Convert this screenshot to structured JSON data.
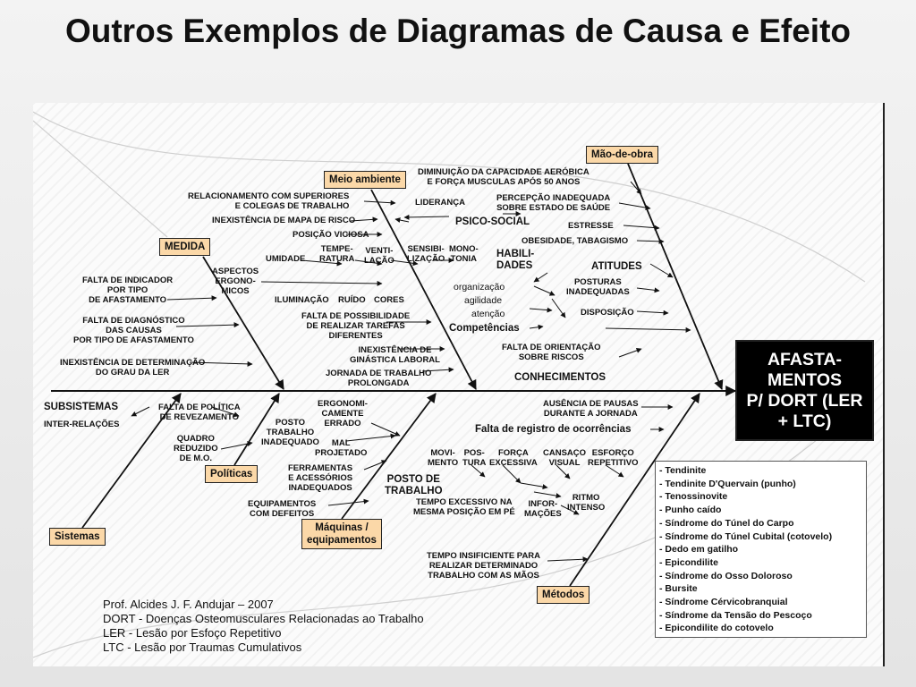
{
  "title": "Outros Exemplos de Diagramas de Causa e Efeito",
  "effect": "AFASTA-\nMENTOS\nP/ DORT (LER\n+ LTC)",
  "categories": {
    "mao_de_obra": "Mão-de-obra",
    "meio_ambiente": "Meio ambiente",
    "medida": "MEDIDA",
    "sistemas": "Sistemas",
    "politicas": "Políticas",
    "maquinas": "Máquinas /\nequipamentos",
    "metodos": "Métodos"
  },
  "labels": {
    "capacidade": "DIMINUIÇÃO DA CAPACIDADE AERÓBICA\nE FORÇA MUSCULAS APÓS 50 ANOS",
    "percepcao": "PERCEPÇÃO INADEQUADA\nSOBRE ESTADO DE SAÚDE",
    "estresse": "ESTRESSE",
    "obesidade": "OBESIDADE, TABAGISMO",
    "lideranca": "LIDERANÇA",
    "psico_social": "PSICO-SOCIAL",
    "relacionamento": "RELACIONAMENTO COM SUPERIORES\nE COLEGAS DE TRABALHO",
    "mapa_risco": "INEXISTÊNCIA DE MAPA DE RISCO",
    "posicao_viciosa": "POSIÇÃO VICIOSA",
    "umidade": "UMIDADE",
    "temperatura": "TEMPE-\nRATURA",
    "ventilacao": "VENTI-\nLAÇÃO",
    "sensibilizacao": "SENSIBI-\nLIZAÇÃO",
    "monotonia": "MONO-\nTONIA",
    "habilidades": "HABILI-\nDADES",
    "atitudes": "ATITUDES",
    "posturas": "POSTURAS\nINADEQUADAS",
    "disposicao": "DISPOSIÇÃO",
    "organizacao": "organização",
    "agilidade": "agilidade",
    "atencao": "atenção",
    "competencias": "Competências",
    "aspectos": "ASPECTOS\nERGONO-\nMICOS",
    "iluminacao": "ILUMINAÇÃO",
    "ruido": "RUÍDO",
    "cores": "CORES",
    "falta_indicador": "FALTA DE INDICADOR\nPOR TIPO\nDE AFASTAMENTO",
    "falta_diagnostico": "FALTA DE DIAGNÓSTICO\nDAS CAUSAS\nPOR TIPO DE AFASTAMENTO",
    "inexistencia_determinacao": "INEXISTÊNCIA DE DETERMINAÇÃO\nDO GRAU DA LER",
    "falta_possibilidade": "FALTA DE POSSIBILIDADE\nDE REALIZAR TAREFAS\nDIFERENTES",
    "ginastica": "INEXISTÊNCIA DE\nGINÁSTICA LABORAL",
    "jornada": "JORNADA DE TRABALHO\nPROLONGADA",
    "falta_orientacao": "FALTA DE ORIENTAÇÃO\nSOBRE RISCOS",
    "conhecimentos": "CONHECIMENTOS",
    "subsistemas": "SUBSISTEMAS",
    "inter_relacoes": "INTER-RELAÇÕES",
    "falta_politica": "FALTA DE POLÍTICA\nDE REVEZAMENTO",
    "quadro": "QUADRO\nREDUZIDO\nDE M.O.",
    "ergonomicamente": "ERGONOMI-\nCAMENTE\nERRADO",
    "posto_inadequado": "POSTO\nTRABALHO\nINADEQUADO",
    "mal_projetado": "MAL\nPROJETADO",
    "ferramentas": "FERRAMENTAS\nE ACESSÓRIOS\nINADEQUADOS",
    "equipamentos": "EQUIPAMENTOS\nCOM DEFEITOS",
    "posto_de_trabalho": "POSTO DE\nTRABALHO",
    "ausencia_pausas": "AUSÊNCIA DE PAUSAS\nDURANTE A JORNADA",
    "falta_registro": "Falta de registro de ocorrências",
    "movimento": "MOVI-\nMENTO",
    "postura": "POS-\nTURA",
    "forca": "FORÇA\nEXCESSIVA",
    "cansaco": "CANSAÇO\nVISUAL",
    "esforco": "ESFORÇO\nREPETITIVO",
    "tempo_excessivo": "TEMPO EXCESSIVO NA\nMESMA POSIÇÃO EM PÉ",
    "informacoes": "INFOR-\nMAÇÕES",
    "ritmo": "RITMO\nINTENSO",
    "tempo_insuficiente": "TEMPO INSIFICIENTE PARA\nREALIZAR DETERMINADO\nTRABALHO COM AS MÃOS"
  },
  "diseases": [
    "- Tendinite",
    "- Tendinite D'Quervain (punho)",
    "- Tenossinovite",
    "- Punho caído",
    "- Síndrome do Túnel do Carpo",
    "- Síndrome do Túnel Cubital (cotovelo)",
    "- Dedo em gatilho",
    "- Epicondilite",
    "- Síndrome do Osso Doloroso",
    "- Bursite",
    "- Síndrome Cérvicobranquial",
    "- Síndrome da Tensão do Pescoço",
    "- Epicondilite do cotovelo"
  ],
  "footer": [
    "Prof. Alcides J. F. Andujar – 2007",
    "DORT - Doenças Osteomusculares Relacionadas ao Trabalho",
    "LER - Lesão por Esfoço Repetitivo",
    "LTC - Lesão por Traumas Cumulativos"
  ]
}
